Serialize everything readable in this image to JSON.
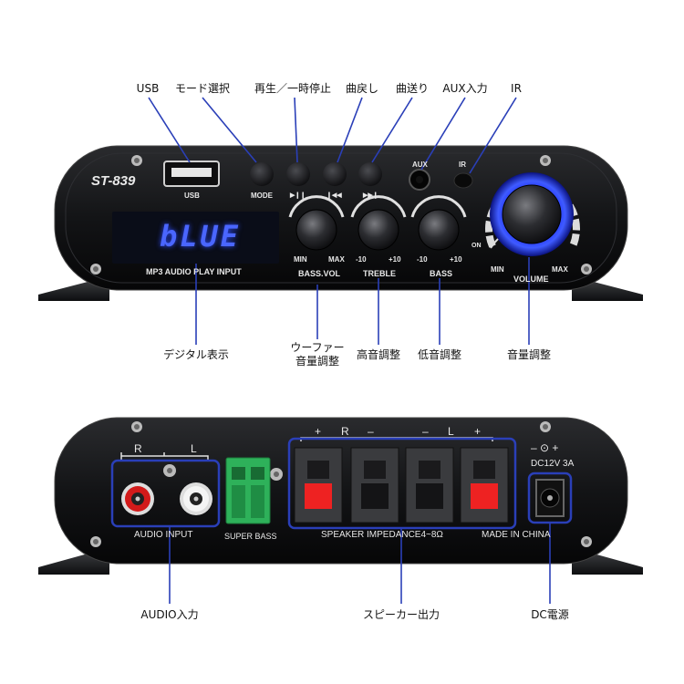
{
  "front": {
    "model": "ST-839",
    "usb_port_label": "USB",
    "mode_label": "MODE",
    "play_pause_glyph": "▶❙❙",
    "prev_glyph": "❙◀◀",
    "next_glyph": "▶▶❙",
    "aux_label": "AUX",
    "ir_label": "IR",
    "display_text": "bLUE",
    "display_caption": "MP3 AUDIO PLAY INPUT",
    "knobs": [
      {
        "name": "BASS.VOL",
        "min": "MIN",
        "max": "MAX"
      },
      {
        "name": "TREBLE",
        "min": "-10",
        "max": "+10"
      },
      {
        "name": "BASS",
        "min": "-10",
        "max": "+10"
      }
    ],
    "volume": {
      "name": "VOLUME",
      "min": "MIN",
      "max": "MAX",
      "on": "ON"
    }
  },
  "back": {
    "rca_r": "R",
    "rca_l": "L",
    "audio_input_label": "AUDIO INPUT",
    "super_bass_label": "SUPER BASS",
    "speaker_polarity": [
      "+",
      "R",
      "–",
      "–",
      "L",
      "+"
    ],
    "speaker_label": "SPEAKER IMPEDANCE4~8Ω",
    "dc_label": "DC12V 3A",
    "dc_polarity": "– ⊙ +",
    "made_in": "MADE IN CHINA"
  },
  "callouts_top": [
    "USB",
    "モード選択",
    "再生／一時停止",
    "曲戻し",
    "曲送り",
    "AUX入力",
    "IR"
  ],
  "callouts_mid": {
    "display": "デジタル表示",
    "woofer_line1": "ウーファー",
    "woofer_line2": "音量調整",
    "treble": "高音調整",
    "bass": "低音調整",
    "volume": "音量調整"
  },
  "callouts_bottom": {
    "audio_in": "AUDIO入力",
    "speaker_out": "スピーカー出力",
    "dc_power": "DC電源"
  },
  "accent_color": "#2f4cff",
  "callout_line_color": "#2a3fb8"
}
